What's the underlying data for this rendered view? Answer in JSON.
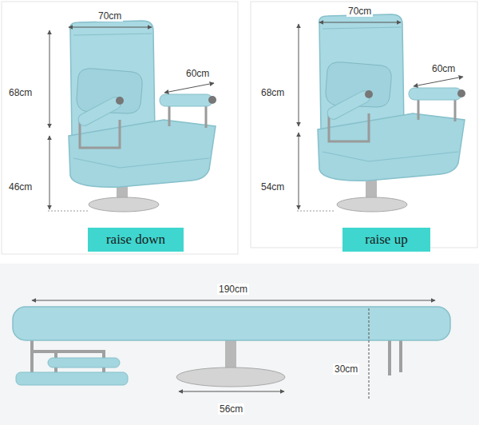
{
  "diagram": {
    "nodes": [
      {
        "text": [
          "raise down"
        ]
      },
      {
        "text": [
          "raise up"
        ]
      }
    ],
    "labels": [
      "70cm",
      "68cm",
      "60cm",
      "46cm",
      "70cm",
      "68cm",
      "60cm",
      "54cm",
      "190cm",
      "30cm",
      "56cm"
    ]
  }
}
